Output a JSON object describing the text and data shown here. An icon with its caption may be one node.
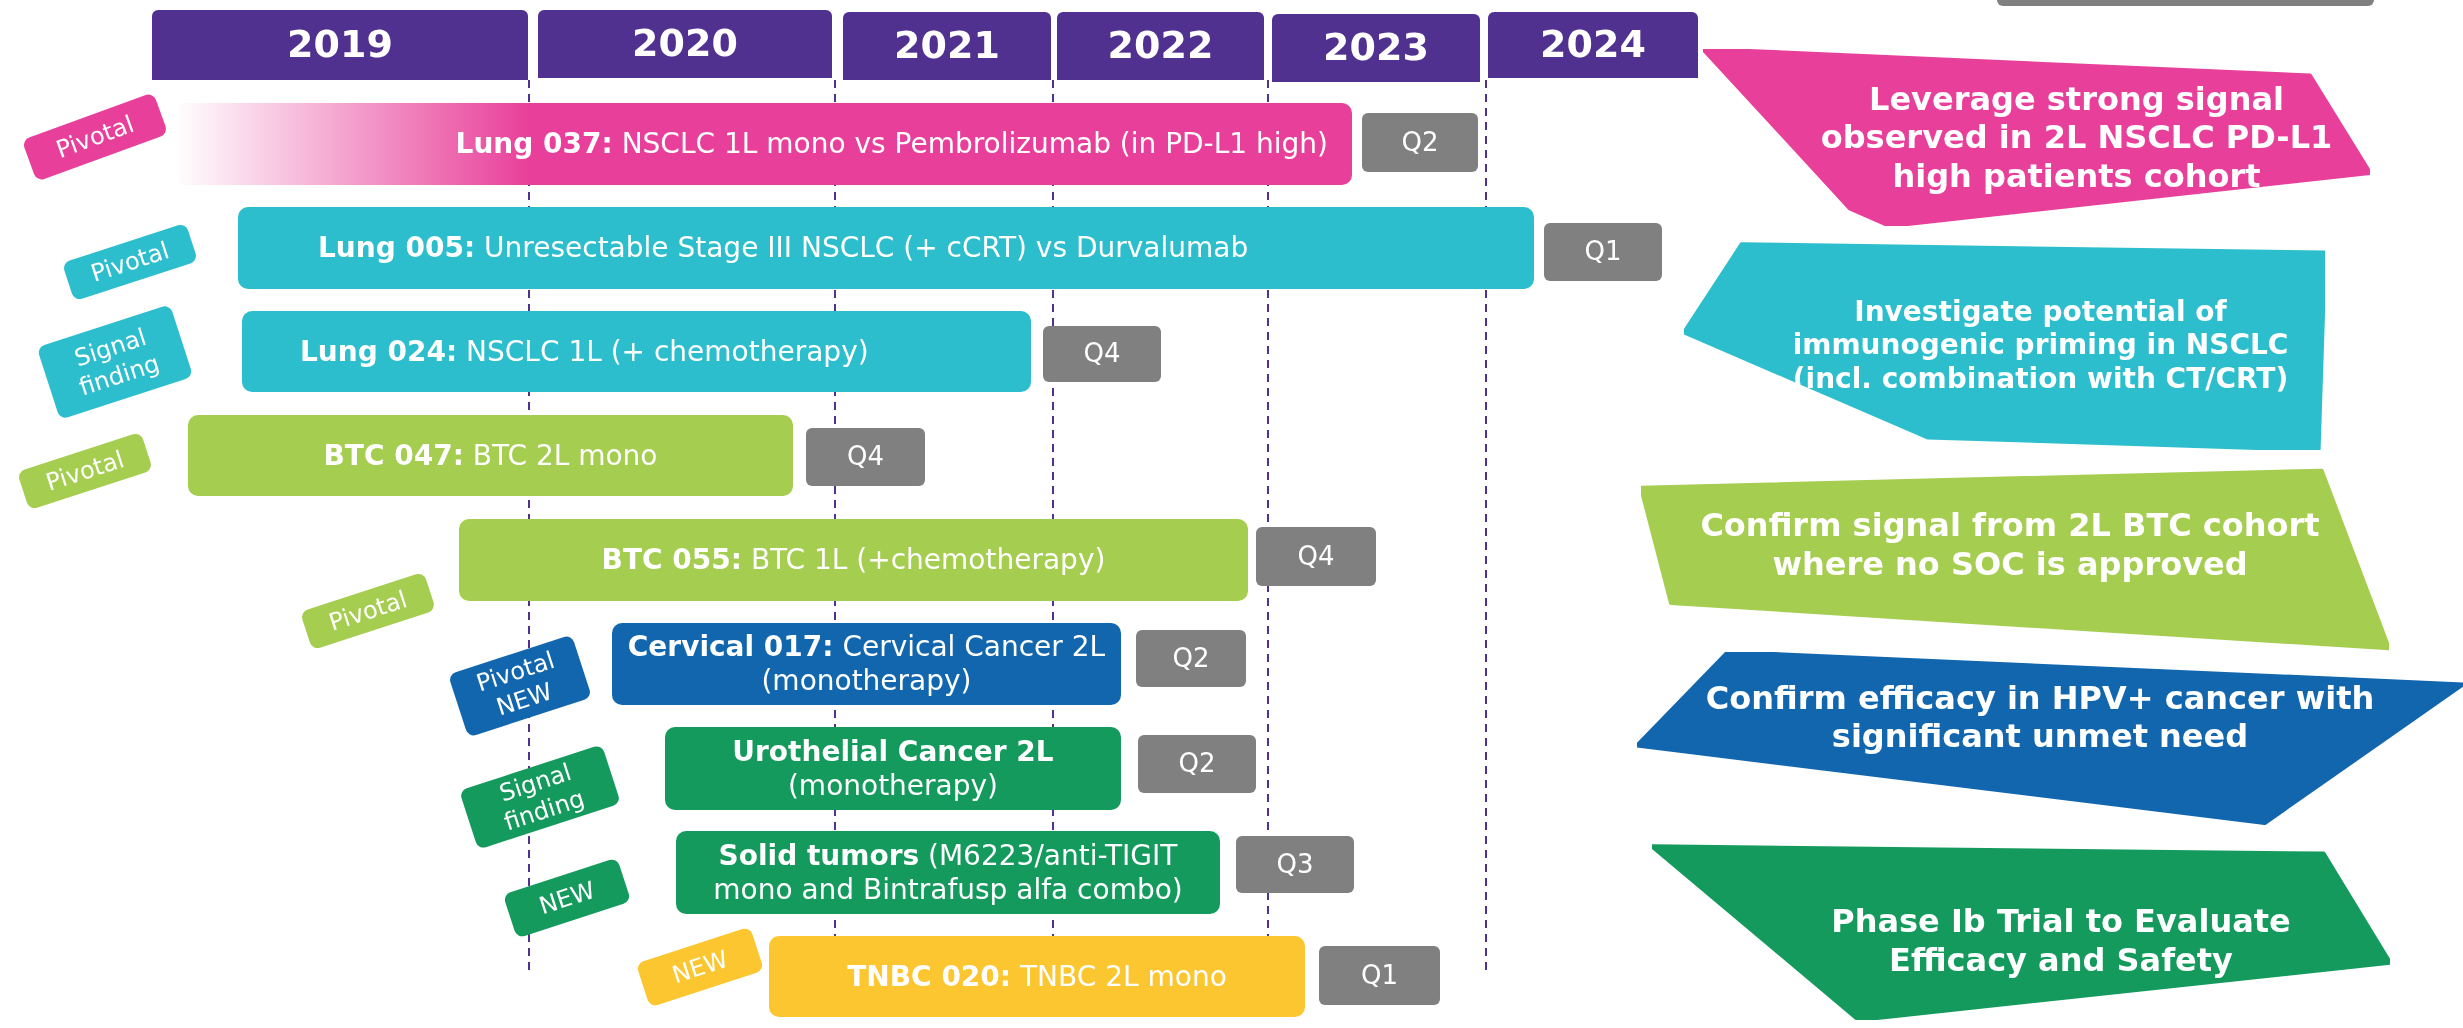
{
  "diagram": {
    "nodes": [
      {
        "text": [
          "2019"
        ]
      },
      {
        "text": [
          "2020"
        ]
      },
      {
        "text": [
          "2021"
        ]
      },
      {
        "text": [
          "2022"
        ]
      },
      {
        "text": [
          "2023"
        ]
      },
      {
        "text": [
          "2024"
        ]
      },
      {
        "text": [],
        "shape": "bar"
      },
      {
        "text": [
          "Pivotal"
        ]
      },
      {
        "text": [
          "**Lung 037:** NSCLC 1L mono vs Pembrolizumab (in PD-L1 high)"
        ]
      },
      {
        "text": [
          "Q2"
        ]
      },
      {
        "text": [
          "Leverage strong signal observed in 2L NSCLC PD-L1 high patients cohort"
        ]
      },
      {
        "text": [
          "Pivotal"
        ]
      },
      {
        "text": [
          "**Lung 005:** Unresectable Stage III NSCLC (+ cCRT) vs Durvalumab"
        ]
      },
      {
        "text": [
          "Q1"
        ]
      },
      {
        "text": [
          "Signal finding"
        ]
      },
      {
        "text": [
          "**Lung 024:** NSCLC 1L (+ chemotherapy)"
        ]
      },
      {
        "text": [
          "Q4"
        ]
      },
      {
        "text": [
          "Investigate potential of immunogenic priming in NSCLC (incl. combination with CT/CRT)"
        ]
      },
      {
        "text": [
          "Pivotal"
        ]
      },
      {
        "text": [
          "**BTC 047:** BTC 2L mono"
        ]
      },
      {
        "text": [
          "Q4"
        ]
      },
      {
        "text": [
          "Pivotal"
        ]
      },
      {
        "text": [
          "**BTC 055:** BTC 1L (+chemotherapy)"
        ]
      },
      {
        "text": [
          "Q4"
        ]
      },
      {
        "text": [
          "Confirm signal from 2L BTC cohort where no SOC is approved"
        ]
      },
      {
        "text": [
          "Pivotal NEW"
        ]
      },
      {
        "text": [
          "**Cervical 017:** Cervical Cancer 2L (monotherapy)"
        ]
      },
      {
        "text": [
          "Q2"
        ]
      },
      {
        "text": [
          "Confirm efficacy in HPV+ cancer with significant unmet need"
        ]
      },
      {
        "text": [
          "Signal finding"
        ]
      },
      {
        "text": [
          "**Urothelial Cancer 2L** (monotherapy)"
        ]
      },
      {
        "text": [
          "Q2"
        ]
      },
      {
        "text": [
          "NEW"
        ]
      },
      {
        "text": [
          "**Solid tumors** (M6223/anti-TIGIT mono and Bintrafusp alfa combo)"
        ]
      },
      {
        "text": [
          "Q3"
        ]
      },
      {
        "text": [
          "Phase Ib Trial to Evaluate Efficacy and Safety"
        ]
      },
      {
        "text": [
          "NEW"
        ]
      },
      {
        "text": [
          "**TNBC 020:** TNBC 2L mono"
        ]
      },
      {
        "text": [
          "Q1"
        ]
      }
    ]
  }
}
